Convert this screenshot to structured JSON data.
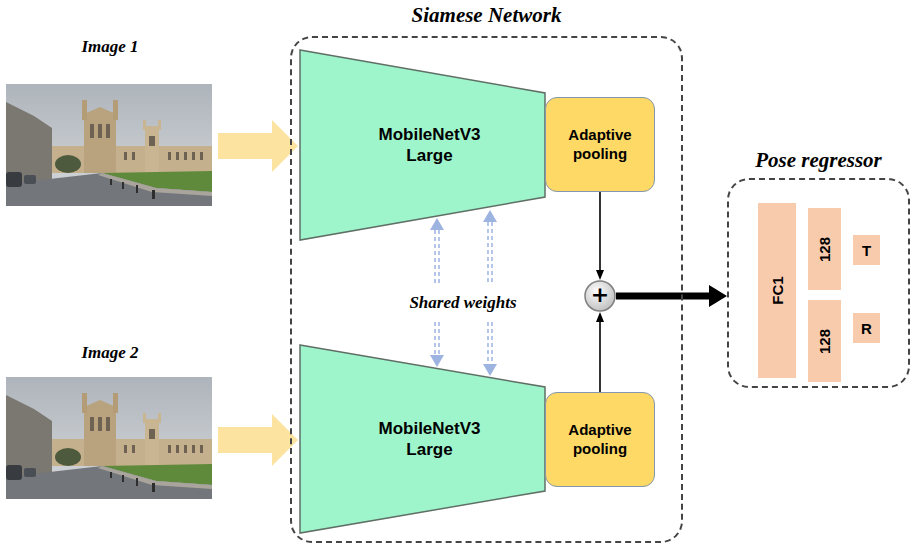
{
  "diagram": {
    "nodes": [
      {
        "text": [
          "Siamese Network"
        ]
      },
      {
        "text": [
          "MobileNetV3 Large"
        ],
        "in": 0
      },
      {
        "text": [
          "Adaptive pooling"
        ],
        "in": 0
      },
      {
        "text": [
          "+"
        ],
        "in": 0
      },
      {
        "text": [
          "MobileNetV3 Large"
        ],
        "in": 0
      },
      {
        "text": [
          "Adaptive pooling"
        ],
        "in": 0
      },
      {
        "text": [
          "Pose regressor"
        ]
      },
      {
        "text": [
          "FC1"
        ],
        "in": 6
      },
      {
        "text": [
          "128"
        ],
        "in": 6
      },
      {
        "text": [
          "T"
        ],
        "in": 6
      },
      {
        "text": [
          "128"
        ],
        "in": 6
      },
      {
        "text": [
          "R"
        ],
        "in": 6
      }
    ],
    "edges": [
      {
        "from": 2,
        "to": 3,
        "arrow": "to"
      },
      {
        "from": 5,
        "to": 3,
        "arrow": "to"
      },
      {
        "from": 3,
        "to": 6,
        "arrow": "to"
      }
    ],
    "labels": [
      "Image 1",
      "Image 2",
      "Shared weights"
    ]
  }
}
